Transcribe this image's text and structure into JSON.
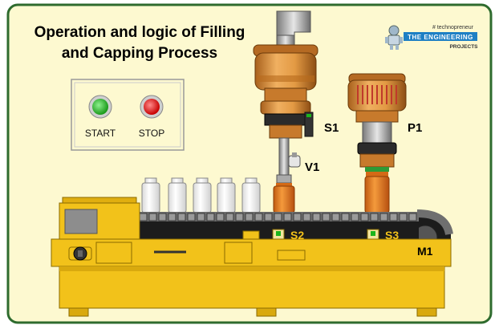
{
  "title": {
    "line1": "Operation and logic of Filling",
    "line2": "and Capping Process"
  },
  "logo": {
    "tagline": "# technopreneur",
    "brand": "THE ENGINEERING",
    "sub": "PROJECTS"
  },
  "control_panel": {
    "start_label": "START",
    "stop_label": "STOP",
    "start_color": "#22aa22",
    "stop_color": "#dd1111"
  },
  "labels": {
    "sensor1": "S1",
    "valve1": "V1",
    "piston1": "P1",
    "sensor2": "S2",
    "sensor3": "S3",
    "motor1": "M1"
  },
  "colors": {
    "background": "#fdf9d0",
    "border": "#2e6b2e",
    "machine_yellow": "#f2c21a",
    "head_orange": "#d98a2e",
    "bottle_orange": "#e8751c",
    "label_text": "#000000"
  },
  "conveyor": {
    "empty_bottles": 5
  }
}
